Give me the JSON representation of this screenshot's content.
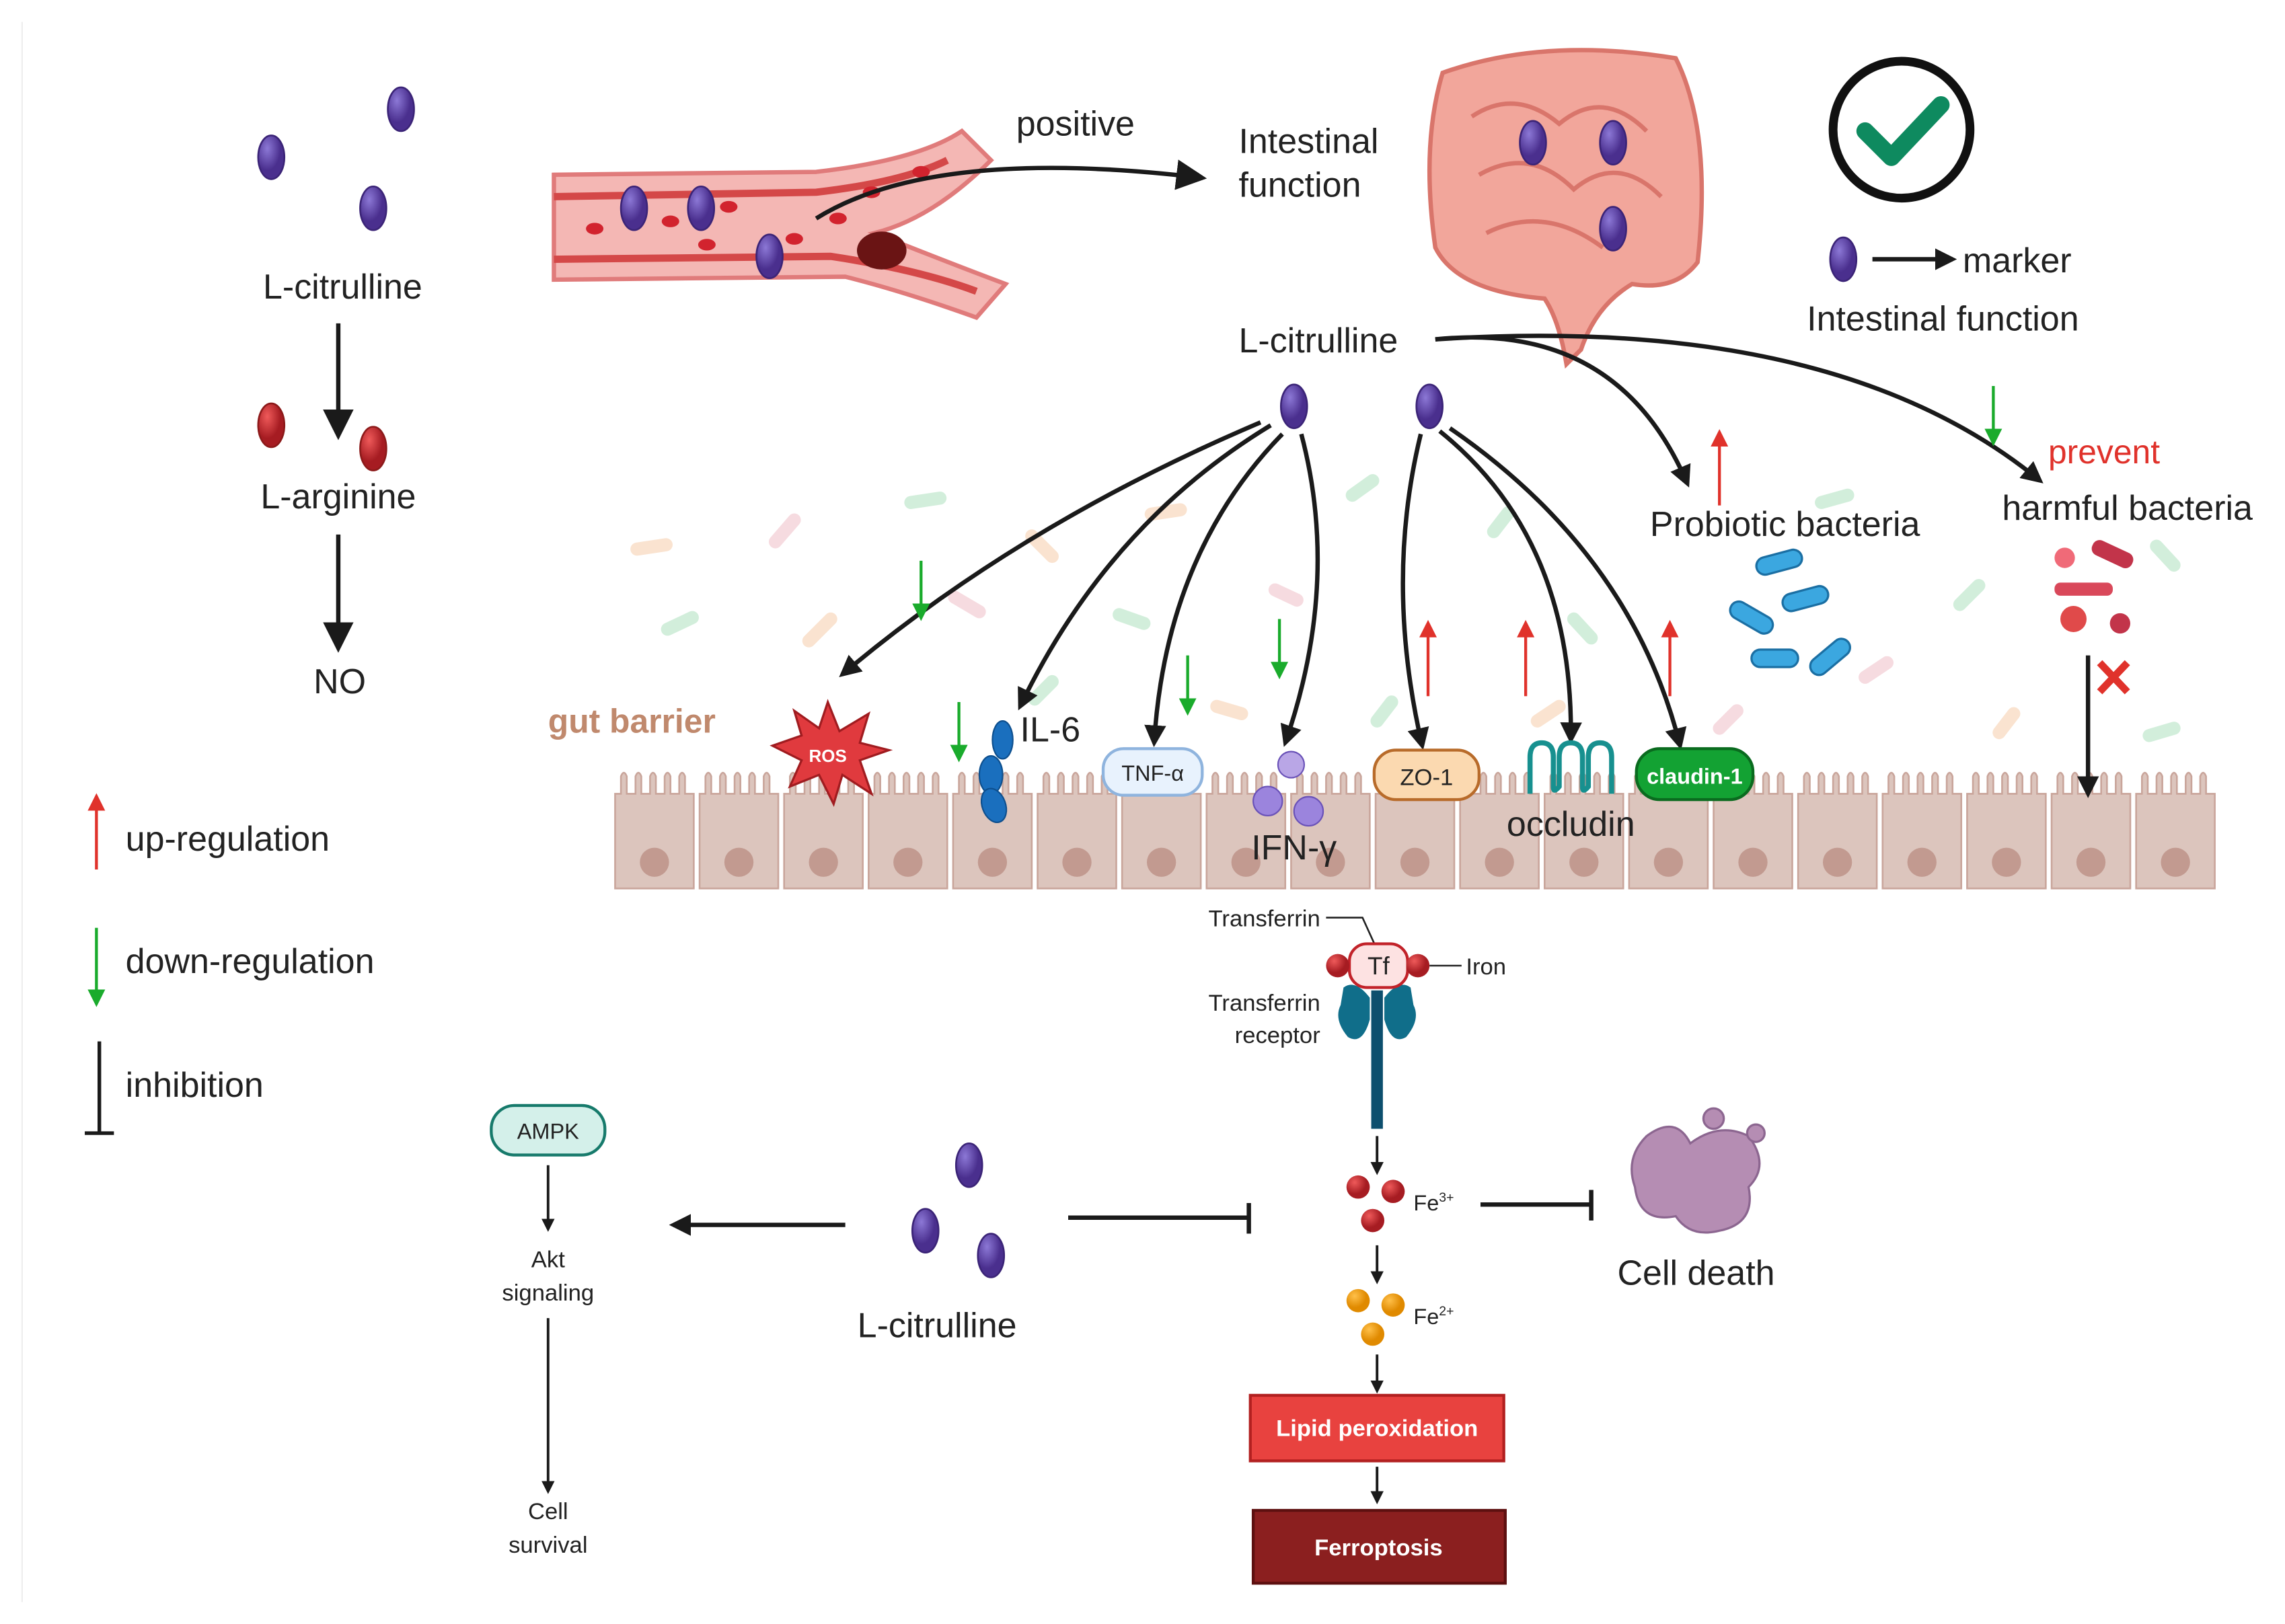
{
  "colors": {
    "citrulline": "#5a3e9e",
    "arginine": "#c0282d",
    "up": "#e0322b",
    "down": "#1aab2c",
    "gut_barrier": "#c0896d",
    "lipid": "#e8423f",
    "ferroptosis": "#8b1f1f",
    "claudin": "#13a233",
    "check": "#0e8a5f"
  },
  "left_pathway": {
    "citrulline": "L-citrulline",
    "arginine": "L-arginine",
    "no": "NO"
  },
  "legend": {
    "up": "up-regulation",
    "down": "down-regulation",
    "inhibition": "inhibition"
  },
  "top": {
    "positive": "positive",
    "intestinal_function_1": "Intestinal",
    "intestinal_function_2": "function",
    "marker": "marker",
    "marker_caption": "Intestinal function",
    "citrulline": "L-citrulline",
    "check_icon": "check-circle-icon"
  },
  "gut": {
    "label": "gut barrier",
    "ros": "ROS",
    "il6": "IL-6",
    "tnf": "TNF-α",
    "ifn": "IFN-γ",
    "zo1": "ZO-1",
    "occludin": "occludin",
    "claudin": "claudin-1",
    "probiotic": "Probiotic bacteria",
    "prevent": "prevent",
    "harmful": "harmful bacteria"
  },
  "iron": {
    "transferrin": "Transferrin",
    "tf": "Tf",
    "iron": "Iron",
    "receptor_1": "Transferrin",
    "receptor_2": "receptor",
    "fe3": "Fe",
    "fe3_sup": "3+",
    "fe2": "Fe",
    "fe2_sup": "2+",
    "lipid": "Lipid peroxidation",
    "ferroptosis": "Ferroptosis",
    "cell_death": "Cell death"
  },
  "bottom": {
    "citrulline": "L-citrulline",
    "ampk": "AMPK",
    "akt_1": "Akt",
    "akt_2": "signaling",
    "survival_1": "Cell",
    "survival_2": "survival"
  }
}
